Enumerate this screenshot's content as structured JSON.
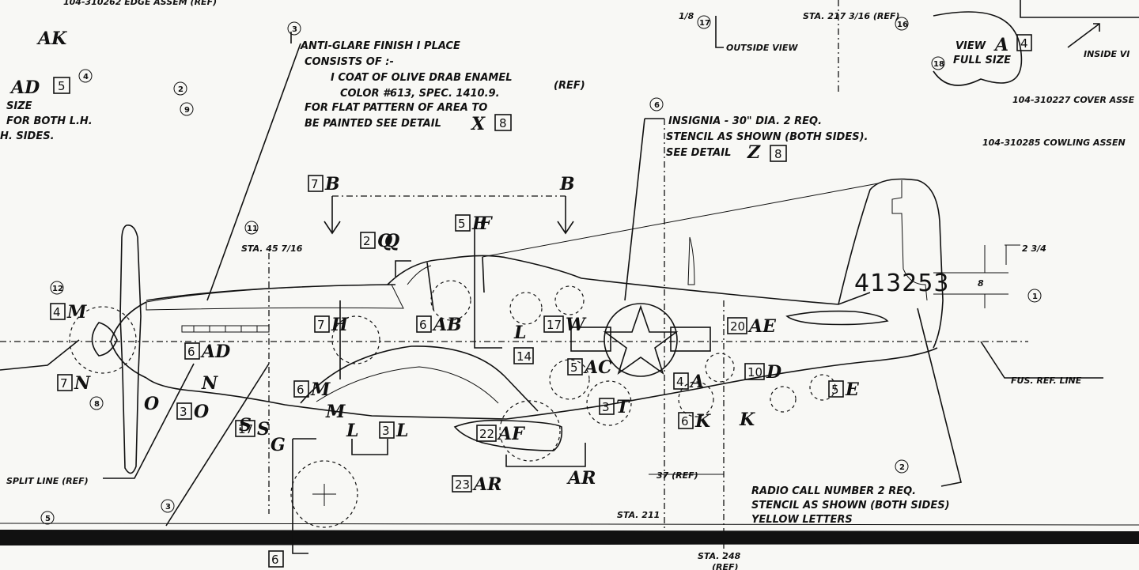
{
  "callouts": {
    "anti_glare_1": "ANTI-GLARE FINISH   I PLACE",
    "anti_glare_2": "CONSISTS OF :-",
    "anti_glare_3": "I COAT OF OLIVE DRAB ENAMEL",
    "anti_glare_4": "COLOR #613,  SPEC. 1410.9.",
    "anti_glare_ref": "(REF)",
    "anti_glare_5": "FOR FLAT PATTERN OF AREA TO",
    "anti_glare_6": "BE PAINTED SEE DETAIL",
    "anti_glare_detail": "X",
    "anti_glare_box": "8",
    "insignia_1": "INSIGNIA - 30\" DIA. 2 REQ.",
    "insignia_2": "STENCIL AS SHOWN (BOTH SIDES).",
    "insignia_3": "SEE DETAIL",
    "insignia_detail": "Z",
    "insignia_box": "8",
    "radio_1": "RADIO CALL NUMBER 2 REQ.",
    "radio_2": "STENCIL AS SHOWN (BOTH SIDES)",
    "radio_3": "YELLOW LETTERS",
    "edge_assem": "104-310262 EDGE ASSEM (REF)",
    "sta_217": "STA. 217 3/16 (REF)",
    "outside_view": "OUTSIDE VIEW",
    "view_a_1": "VIEW",
    "view_a_letter": "A",
    "view_a_box": "4",
    "view_a_2": "FULL SIZE",
    "inside_view": "INSIDE VI",
    "cover_assem": "104-310227 COVER ASSE",
    "cowling_assem": "104-310285 COWLING ASSEN",
    "ad_view": "AD",
    "ad_box": "5",
    "ad_size": "SIZE",
    "ad_for": "FOR BOTH L.H.",
    "ad_sides": "H. SIDES.",
    "ak": "AK",
    "sta_45": "STA. 45 7/16",
    "fus_ref": "FUS. REF. LINE",
    "split_line": "SPLIT LINE (REF)",
    "sta_211": "STA. 211",
    "sta_248": "STA. 248",
    "sta_248_ref": "(REF)",
    "dim_37": "37 (REF)",
    "eighth": "1/8",
    "dim_8": "8",
    "dim_234": "2 3/4",
    "serial": "413253"
  },
  "markers": [
    {
      "letter": "B",
      "box": "7"
    },
    {
      "letter": "B",
      "box": ""
    },
    {
      "letter": "F",
      "box": "5"
    },
    {
      "letter": "F",
      "box": ""
    },
    {
      "letter": "Q",
      "box": "2"
    },
    {
      "letter": "Q",
      "box": ""
    },
    {
      "letter": "M",
      "box": "4"
    },
    {
      "letter": "N",
      "box": "7"
    },
    {
      "letter": "N",
      "box": ""
    },
    {
      "letter": "H",
      "box": "7"
    },
    {
      "letter": "AB",
      "box": "6"
    },
    {
      "letter": "L",
      "box": ""
    },
    {
      "letter": "W",
      "box": "17"
    },
    {
      "letter": "",
      "box": "14"
    },
    {
      "letter": "AE",
      "box": "20"
    },
    {
      "letter": "AD",
      "box": "6"
    },
    {
      "letter": "AC",
      "box": "5"
    },
    {
      "letter": "A",
      "box": "4"
    },
    {
      "letter": "D",
      "box": "10"
    },
    {
      "letter": "T",
      "box": "3"
    },
    {
      "letter": "K",
      "box": "6"
    },
    {
      "letter": "K",
      "box": ""
    },
    {
      "letter": "M",
      "box": "6"
    },
    {
      "letter": "M",
      "box": ""
    },
    {
      "letter": "O",
      "box": ""
    },
    {
      "letter": "O",
      "box": "3"
    },
    {
      "letter": "S",
      "box": "17"
    },
    {
      "letter": "S",
      "box": ""
    },
    {
      "letter": "G",
      "box": ""
    },
    {
      "letter": "L",
      "box": ""
    },
    {
      "letter": "L",
      "box": "3"
    },
    {
      "letter": "AF",
      "box": "22"
    },
    {
      "letter": "AR",
      "box": "23"
    },
    {
      "letter": "AR",
      "box": ""
    },
    {
      "letter": "E",
      "box": "5"
    },
    {
      "letter": "",
      "box": "6"
    }
  ],
  "balloons": [
    "3",
    "4",
    "2",
    "9",
    "17",
    "16",
    "18",
    "1",
    "6",
    "12",
    "3",
    "8",
    "5",
    "11",
    "2"
  ]
}
